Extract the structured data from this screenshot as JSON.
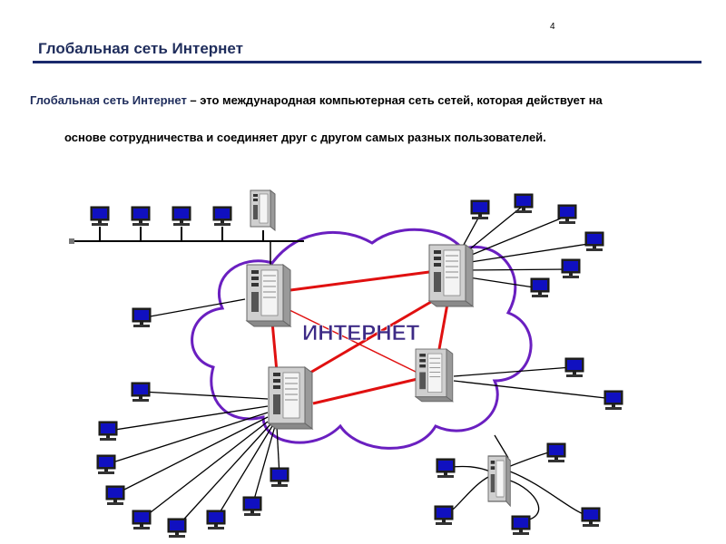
{
  "page": {
    "number": "4"
  },
  "title": "Глобальная сеть Интернет",
  "definition": {
    "term": "Глобальная сеть Интернет",
    "rest_line1": " – это международная компьютерная сеть сетей, которая действует на",
    "line2": "основе сотрудничества и соединяет друг с другом самых разных пользователей."
  },
  "diagram": {
    "cloud_label": "ИНТЕРНЕТ",
    "colors": {
      "cloud_outline": "#6a1fc0",
      "backbone_links": "#e01010",
      "cloud_text": "#3d2a86",
      "screen": "#1010c0",
      "server": "#d8d8d8"
    },
    "icons": {
      "computer": "computer-icon",
      "server": "server-icon"
    }
  }
}
